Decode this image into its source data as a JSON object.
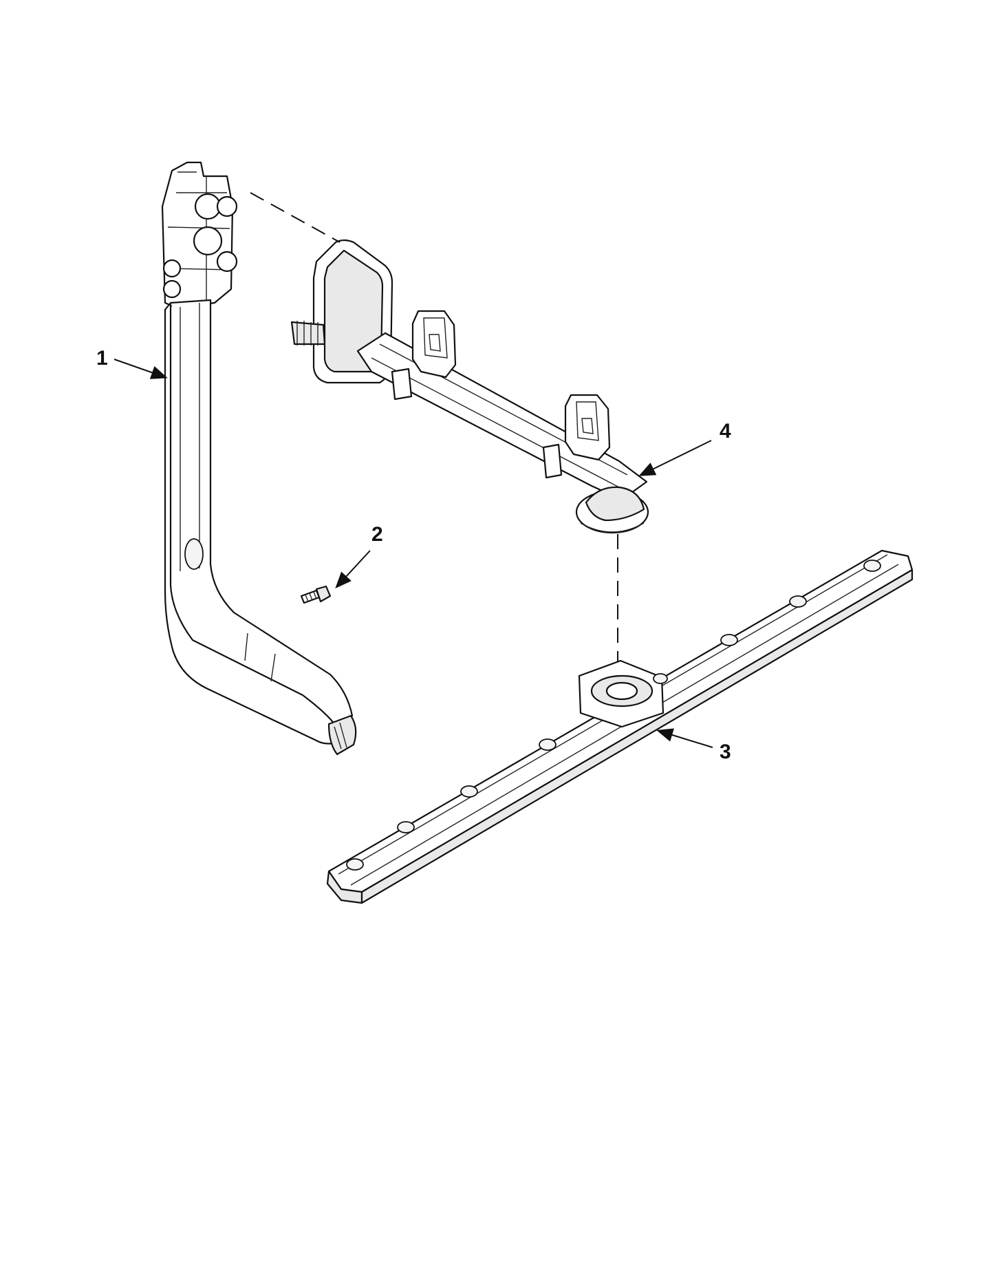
{
  "callouts": [
    {
      "id": "1",
      "label": "1"
    },
    {
      "id": "2",
      "label": "2"
    },
    {
      "id": "3",
      "label": "3"
    },
    {
      "id": "4",
      "label": "4"
    }
  ],
  "colors": {
    "line": "#111111",
    "fill": "#ffffff",
    "shade": "#e9e9e9"
  }
}
